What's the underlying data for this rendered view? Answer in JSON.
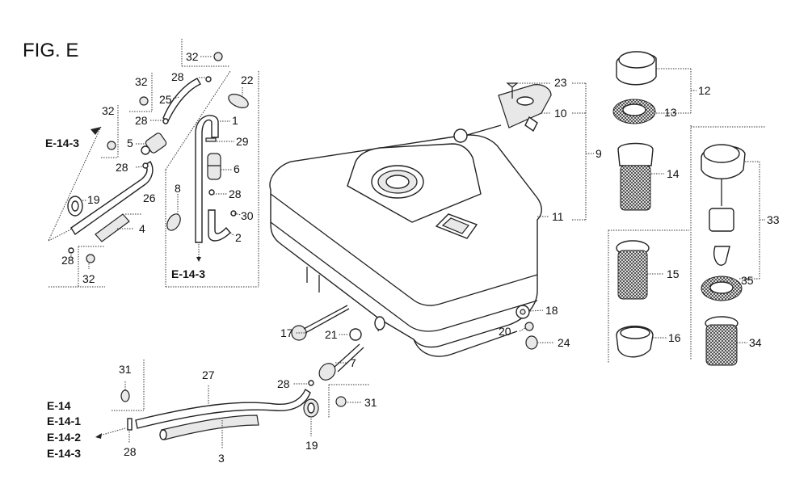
{
  "figure": {
    "title": "FIG. E",
    "type": "exploded parts diagram",
    "subject": "fuel tank assembly"
  },
  "callouts": {
    "c1": "1",
    "c2": "2",
    "c3": "3",
    "c4": "4",
    "c5": "5",
    "c6": "6",
    "c7": "7",
    "c8": "8",
    "c9": "9",
    "c10": "10",
    "c11": "11",
    "c12": "12",
    "c13": "13",
    "c14": "14",
    "c15": "15",
    "c16": "16",
    "c17": "17",
    "c18": "18",
    "c19a": "19",
    "c19b": "19",
    "c20": "20",
    "c21": "21",
    "c22": "22",
    "c23": "23",
    "c24": "24",
    "c25": "25",
    "c26": "26",
    "c27": "27",
    "c28a": "28",
    "c28b": "28",
    "c28c": "28",
    "c28d": "28",
    "c28e": "28",
    "c28f": "28",
    "c28g": "28",
    "c29": "29",
    "c30": "30",
    "c31a": "31",
    "c31b": "31",
    "c32a": "32",
    "c32b": "32",
    "c32c": "32",
    "c32d": "32",
    "c33": "33",
    "c34": "34",
    "c35": "35"
  },
  "references": {
    "ref_top_left": "E-14-3",
    "ref_mid": "E-14-3",
    "ref_bottom": [
      "E-14",
      "E-14-1",
      "E-14-2",
      "E-14-3"
    ]
  },
  "colors": {
    "line": "#222222",
    "background": "#ffffff"
  }
}
